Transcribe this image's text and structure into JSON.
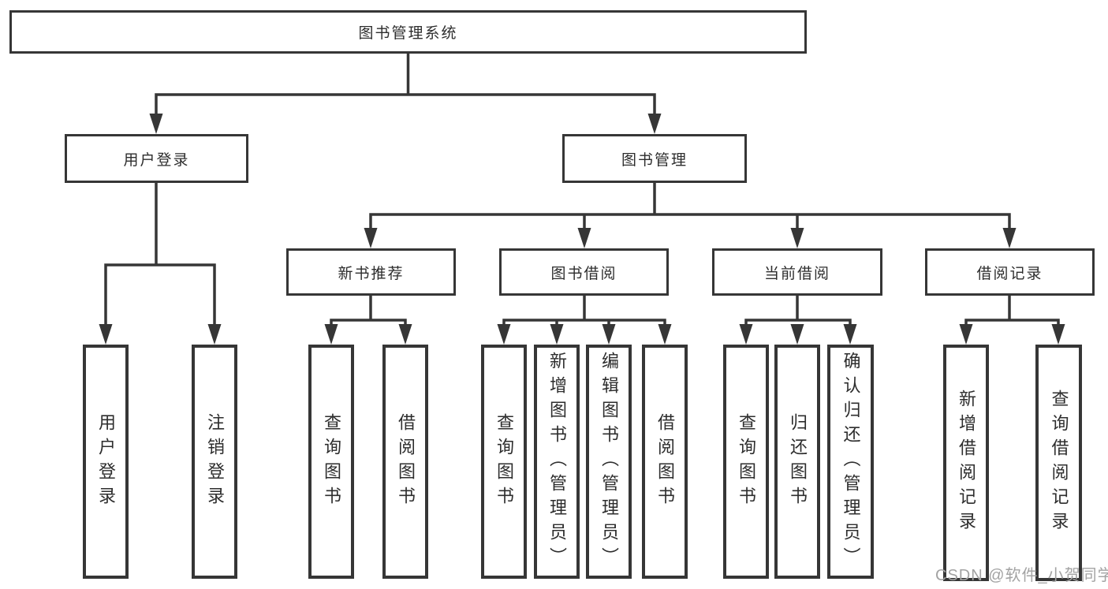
{
  "tree": {
    "label": "图书管理系统",
    "children": [
      {
        "label": "用户登录",
        "children": [
          {
            "label": "用户登录"
          },
          {
            "label": "注销登录"
          }
        ]
      },
      {
        "label": "图书管理",
        "children": [
          {
            "label": "新书推荐",
            "children": [
              {
                "label": "查询图书"
              },
              {
                "label": "借阅图书"
              }
            ]
          },
          {
            "label": "图书借阅",
            "children": [
              {
                "label": "查询图书"
              },
              {
                "label": "新增图书（管理员）"
              },
              {
                "label": "编辑图书（管理员）"
              },
              {
                "label": "借阅图书"
              }
            ]
          },
          {
            "label": "当前借阅",
            "children": [
              {
                "label": "查询图书"
              },
              {
                "label": "归还图书"
              },
              {
                "label": "确认归还（管理员）"
              }
            ]
          },
          {
            "label": "借阅记录",
            "children": [
              {
                "label": "新增借阅记录"
              },
              {
                "label": "查询借阅记录"
              }
            ]
          }
        ]
      }
    ]
  },
  "watermark": {
    "text": "CSDN @软件_小贺同学"
  },
  "colors": {
    "line": "#363636",
    "box_border": "#363636",
    "text": "#2d2d2d",
    "watermark": "#a3a3a3",
    "background": "#ffffff"
  }
}
